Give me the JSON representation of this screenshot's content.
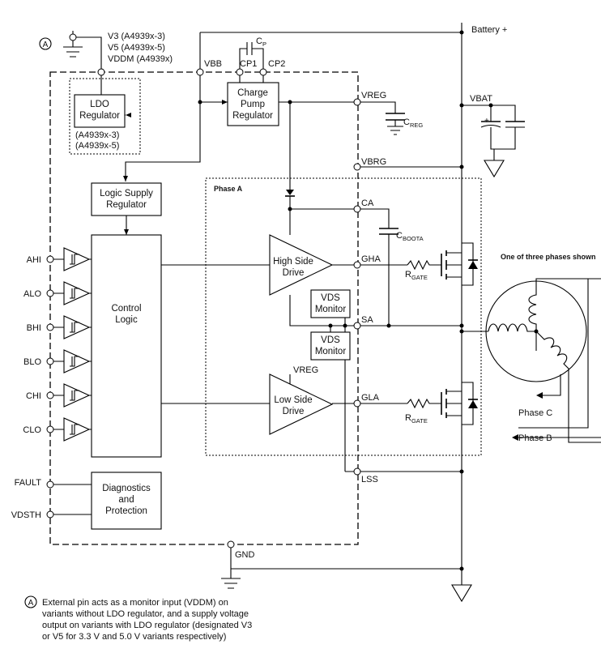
{
  "top": {
    "supply_pins": [
      "V3 (A4939x-3)",
      "V5 (A4939x-5)",
      "VDDM (A4939x)"
    ],
    "vbb": "VBB",
    "battery": "Battery +",
    "cp_sub": "P",
    "cp1": "CP1",
    "cp2": "CP2",
    "vbat": "VBAT",
    "vreg": "VREG",
    "creg_sub": "REG",
    "vbrg": "VBRG"
  },
  "blocks": {
    "ldo": [
      "LDO",
      "Regulator"
    ],
    "ldo_variants": [
      "(A4939x-3)",
      "(A4939x-5)"
    ],
    "charge_pump": [
      "Charge",
      "Pump",
      "Regulator"
    ],
    "logic_supply": [
      "Logic Supply",
      "Regulator"
    ],
    "control_logic": [
      "Control",
      "Logic"
    ],
    "diagnostics": [
      "Diagnostics",
      "and",
      "Protection"
    ],
    "high_side": [
      "High Side",
      "Drive"
    ],
    "low_side": [
      "Low Side",
      "Drive"
    ],
    "vds_monitor": [
      "VDS",
      "Monitor"
    ]
  },
  "pins": {
    "inputs": [
      "AHI",
      "ALO",
      "BHI",
      "BLO",
      "CHI",
      "CLO"
    ],
    "fault": "FAULT",
    "vdsth": "VDSTH",
    "gnd": "GND",
    "ca": "CA",
    "gha": "GHA",
    "sa": "SA",
    "gla": "GLA",
    "lss": "LSS",
    "vreg_ls": "VREG"
  },
  "phase": {
    "title": "Phase A",
    "cboot_sub": "BOOTA",
    "rgate_sub": "GATE",
    "one_of_three": "One of three phases shown",
    "phase_c": "Phase C",
    "phase_b": "Phase B"
  },
  "footnote": {
    "marker": "A",
    "lines": [
      "External pin acts as a monitor input (VDDM) on",
      "variants without LDO regulator, and a supply voltage",
      "output on variants with LDO regulator (designated V3",
      "or V5 for 3.3 V and 5.0 V variants respectively)"
    ]
  }
}
